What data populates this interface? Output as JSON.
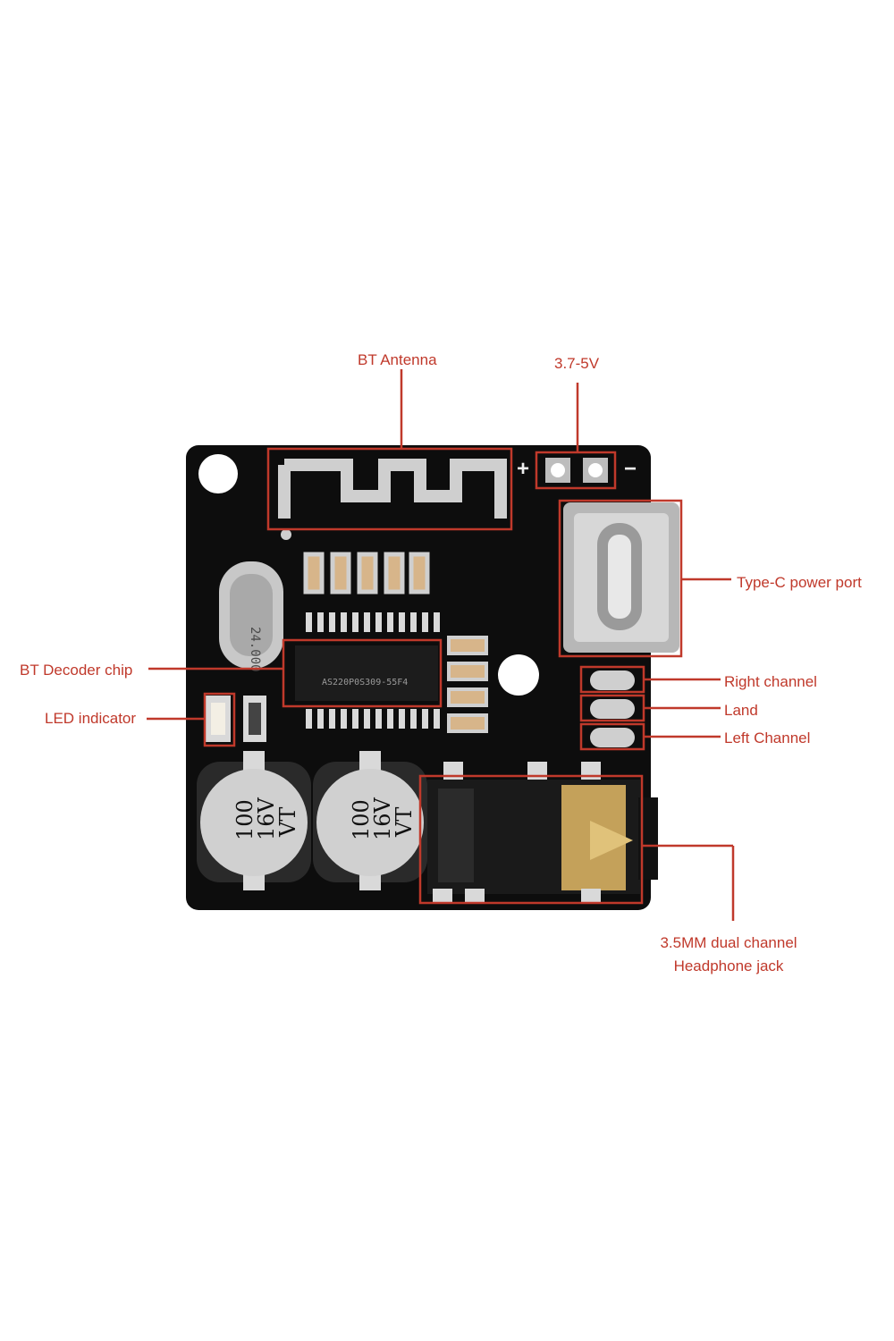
{
  "labels": {
    "bt_antenna": "BT Antenna",
    "voltage": "3.7-5V",
    "type_c": "Type-C power port",
    "bt_decoder": "BT Decoder chip",
    "led": "LED indicator",
    "right_channel": "Right channel",
    "land": "Land",
    "left_channel": "Left Channel",
    "jack_line1": "3.5MM dual channel",
    "jack_line2": "Headphone jack"
  },
  "board": {
    "plus": "+",
    "minus": "−",
    "chip_marking": "AS220P0S309-55F4",
    "crystal_marking": "24.000",
    "cap_left": [
      "100",
      "16V",
      "VT"
    ],
    "cap_right": [
      "100",
      "16V",
      "VT"
    ]
  },
  "colors": {
    "annotation": "#c0392b",
    "pcb": "#0d0d0d",
    "silkscreen": "#d9d9d9"
  }
}
